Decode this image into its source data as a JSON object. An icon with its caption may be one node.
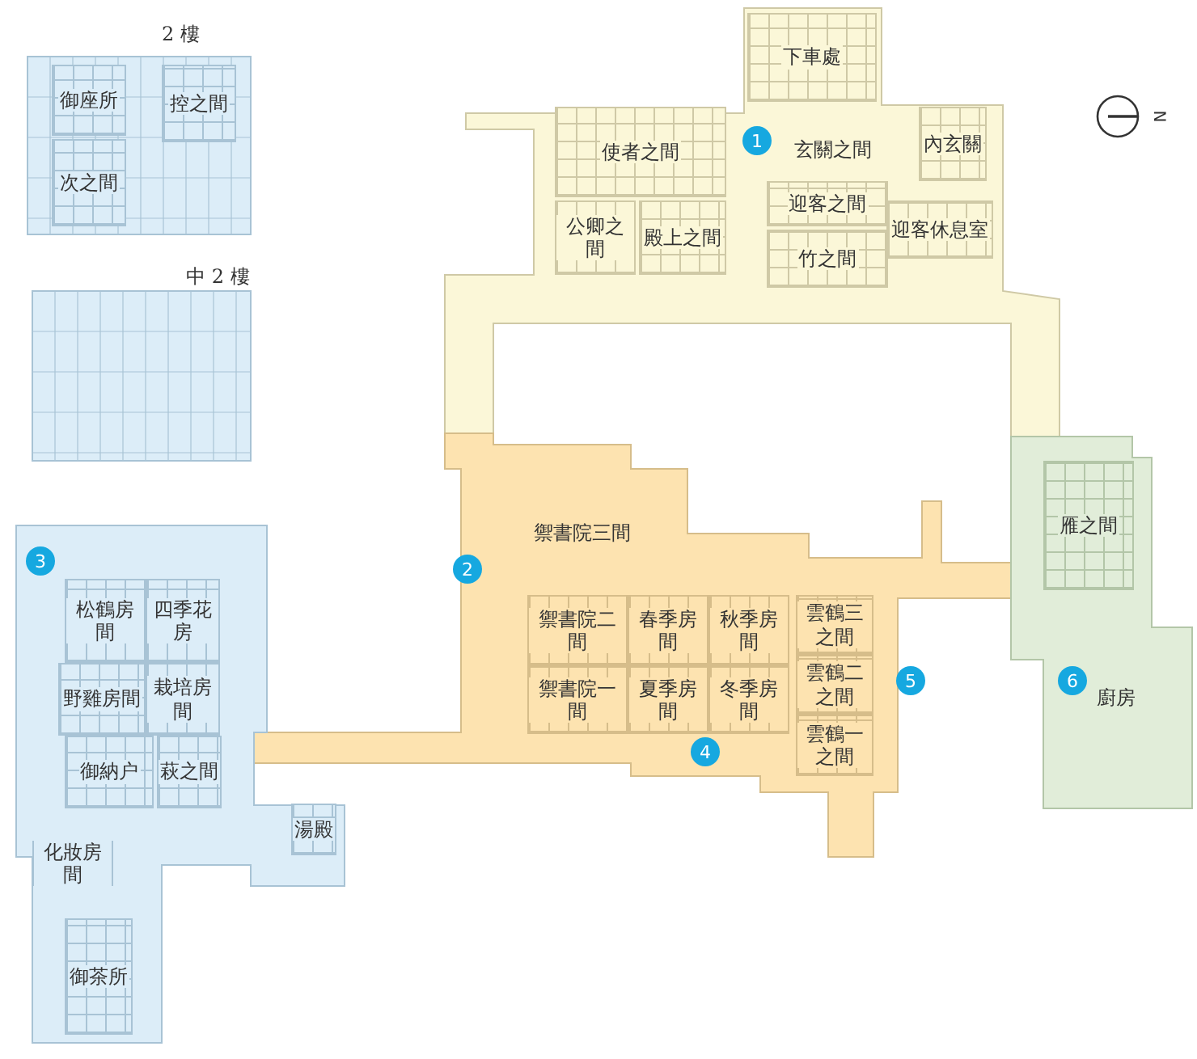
{
  "diagram": {
    "nodes": [
      {
        "text": [
          "2 樓"
        ]
      },
      {
        "text": [
          "御座所"
        ],
        "in": 0
      },
      {
        "text": [
          "控之間"
        ],
        "in": 0
      },
      {
        "text": [
          "次之間"
        ],
        "in": 0
      },
      {
        "text": [
          "中 2 樓"
        ]
      },
      {
        "text": [
          "1"
        ]
      },
      {
        "text": [
          "下車處"
        ],
        "in": 5
      },
      {
        "text": [
          "使者之間"
        ],
        "in": 5
      },
      {
        "text": [
          "內玄關"
        ],
        "in": 5
      },
      {
        "text": [
          "公卿之間"
        ],
        "in": 5
      },
      {
        "text": [
          "殿上之間"
        ],
        "in": 5
      },
      {
        "text": [
          "迎客之間"
        ],
        "in": 5
      },
      {
        "text": [
          "迎客休息室"
        ],
        "in": 5
      },
      {
        "text": [
          "竹之間"
        ],
        "in": 5
      },
      {
        "text": [
          "2",
          "4",
          "5"
        ]
      },
      {
        "text": [
          "禦書院二間"
        ],
        "in": 14
      },
      {
        "text": [
          "春季房間"
        ],
        "in": 14
      },
      {
        "text": [
          "秋季房間"
        ],
        "in": 14
      },
      {
        "text": [
          "雲鶴三之間"
        ],
        "in": 14
      },
      {
        "text": [
          "禦書院一間"
        ],
        "in": 14
      },
      {
        "text": [
          "夏季房間"
        ],
        "in": 14
      },
      {
        "text": [
          "冬季房間"
        ],
        "in": 14
      },
      {
        "text": [
          "雲鶴二之間"
        ],
        "in": 14
      },
      {
        "text": [
          "雲鶴一之間"
        ],
        "in": 14
      },
      {
        "text": [
          "3"
        ]
      },
      {
        "text": [
          "松鶴房間"
        ],
        "in": 24
      },
      {
        "text": [
          "四季花房"
        ],
        "in": 24
      },
      {
        "text": [
          "野雞房間"
        ],
        "in": 24
      },
      {
        "text": [
          "栽培房間"
        ],
        "in": 24
      },
      {
        "text": [
          "御納户"
        ],
        "in": 24
      },
      {
        "text": [
          "萩之間"
        ],
        "in": 24
      },
      {
        "text": [
          "湯殿"
        ],
        "in": 24
      },
      {
        "text": [
          "化妝房間"
        ],
        "in": 24
      },
      {
        "text": [
          "御茶所"
        ],
        "in": 24
      },
      {
        "text": [
          "6"
        ]
      },
      {
        "text": [
          "雁之間"
        ],
        "in": 34
      }
    ],
    "labels": [
      "玄關之間",
      "禦書院三間",
      "廚房",
      "N"
    ]
  }
}
